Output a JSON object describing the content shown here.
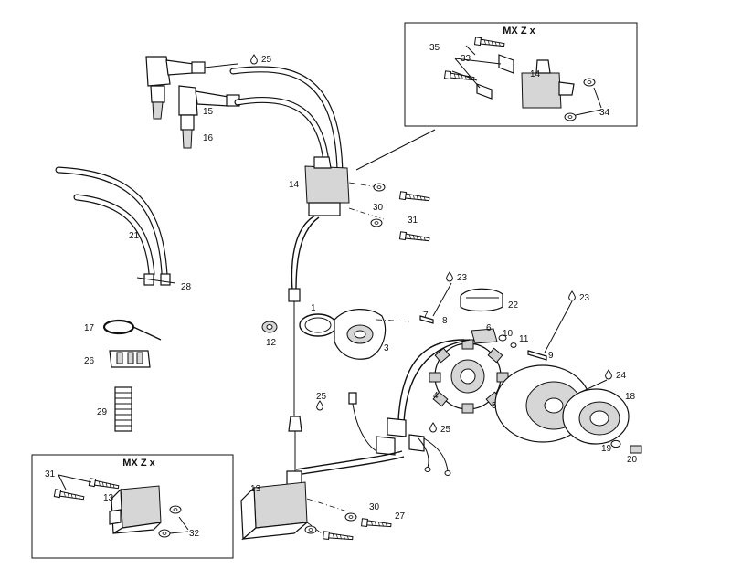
{
  "insets": {
    "top_title": "MX Z x",
    "bottom_title": "MX Z x"
  },
  "labels": {
    "l1": "1",
    "l3": "3",
    "l4": "4",
    "l5": "5",
    "l6": "6",
    "l7": "7",
    "l8": "8",
    "l9": "9",
    "l10": "10",
    "l11": "11",
    "l12": "12",
    "l13a": "13",
    "l13b": "13",
    "l14a": "14",
    "l14b": "14",
    "l15": "15",
    "l16": "16",
    "l17": "17",
    "l18": "18",
    "l19": "19",
    "l20": "20",
    "l21": "21",
    "l22": "22",
    "l23a": "23",
    "l23b": "23",
    "l24": "24",
    "l25a": "25",
    "l25b": "25",
    "l25c": "25",
    "l26": "26",
    "l27": "27",
    "l28": "28",
    "l29": "29",
    "l30a": "30",
    "l30b": "30",
    "l31a": "31",
    "l31b": "31",
    "l32": "32",
    "l33": "33",
    "l34": "34",
    "l35": "35"
  },
  "icons": [
    "drop-icon"
  ]
}
